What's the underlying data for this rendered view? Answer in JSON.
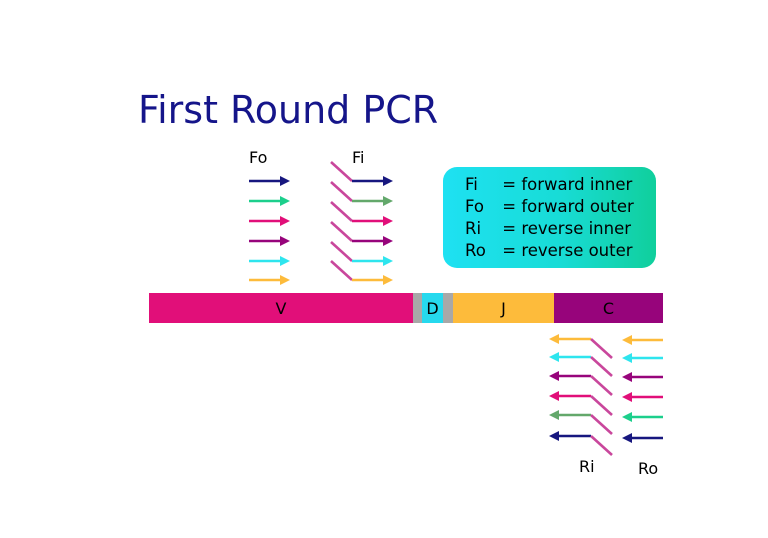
{
  "title": "First Round PCR",
  "labels": {
    "fo": "Fo",
    "fi": "Fi",
    "ri": "Ri",
    "ro": "Ro"
  },
  "legend": [
    {
      "abbr": "Fi",
      "meaning": "= forward inner"
    },
    {
      "abbr": "Fo",
      "meaning": "= forward outer"
    },
    {
      "abbr": "Ri",
      "meaning": "= reverse inner"
    },
    {
      "abbr": "Ro",
      "meaning": "= reverse outer"
    }
  ],
  "gene_segments": [
    {
      "name": "V",
      "color": "#e10f79"
    },
    {
      "name": "",
      "color": "#a8a8a8"
    },
    {
      "name": "D",
      "color": "#26d9ee"
    },
    {
      "name": "",
      "color": "#a8a8a8"
    },
    {
      "name": "J",
      "color": "#fdbb3b"
    },
    {
      "name": "C",
      "color": "#97047b"
    }
  ],
  "forward_primer_colors": [
    "#17177f",
    "#1ccf8c",
    "#e10f79",
    "#97047b",
    "#2ee5ee",
    "#fdbb3b"
  ],
  "forward_inner_colors": [
    "#17177f",
    "#63a86b",
    "#e10f79",
    "#97047b",
    "#2ee5ee",
    "#fdbb3b"
  ],
  "reverse_primer_colors": [
    "#fdbb3b",
    "#2ee5ee",
    "#97047b",
    "#e10f79",
    "#1ccf8c",
    "#17177f"
  ],
  "reverse_inner_colors": [
    "#fdbb3b",
    "#2ee5ee",
    "#97047b",
    "#e10f79",
    "#63a86b",
    "#17177f"
  ],
  "inner_tail_color": "#c9479c"
}
